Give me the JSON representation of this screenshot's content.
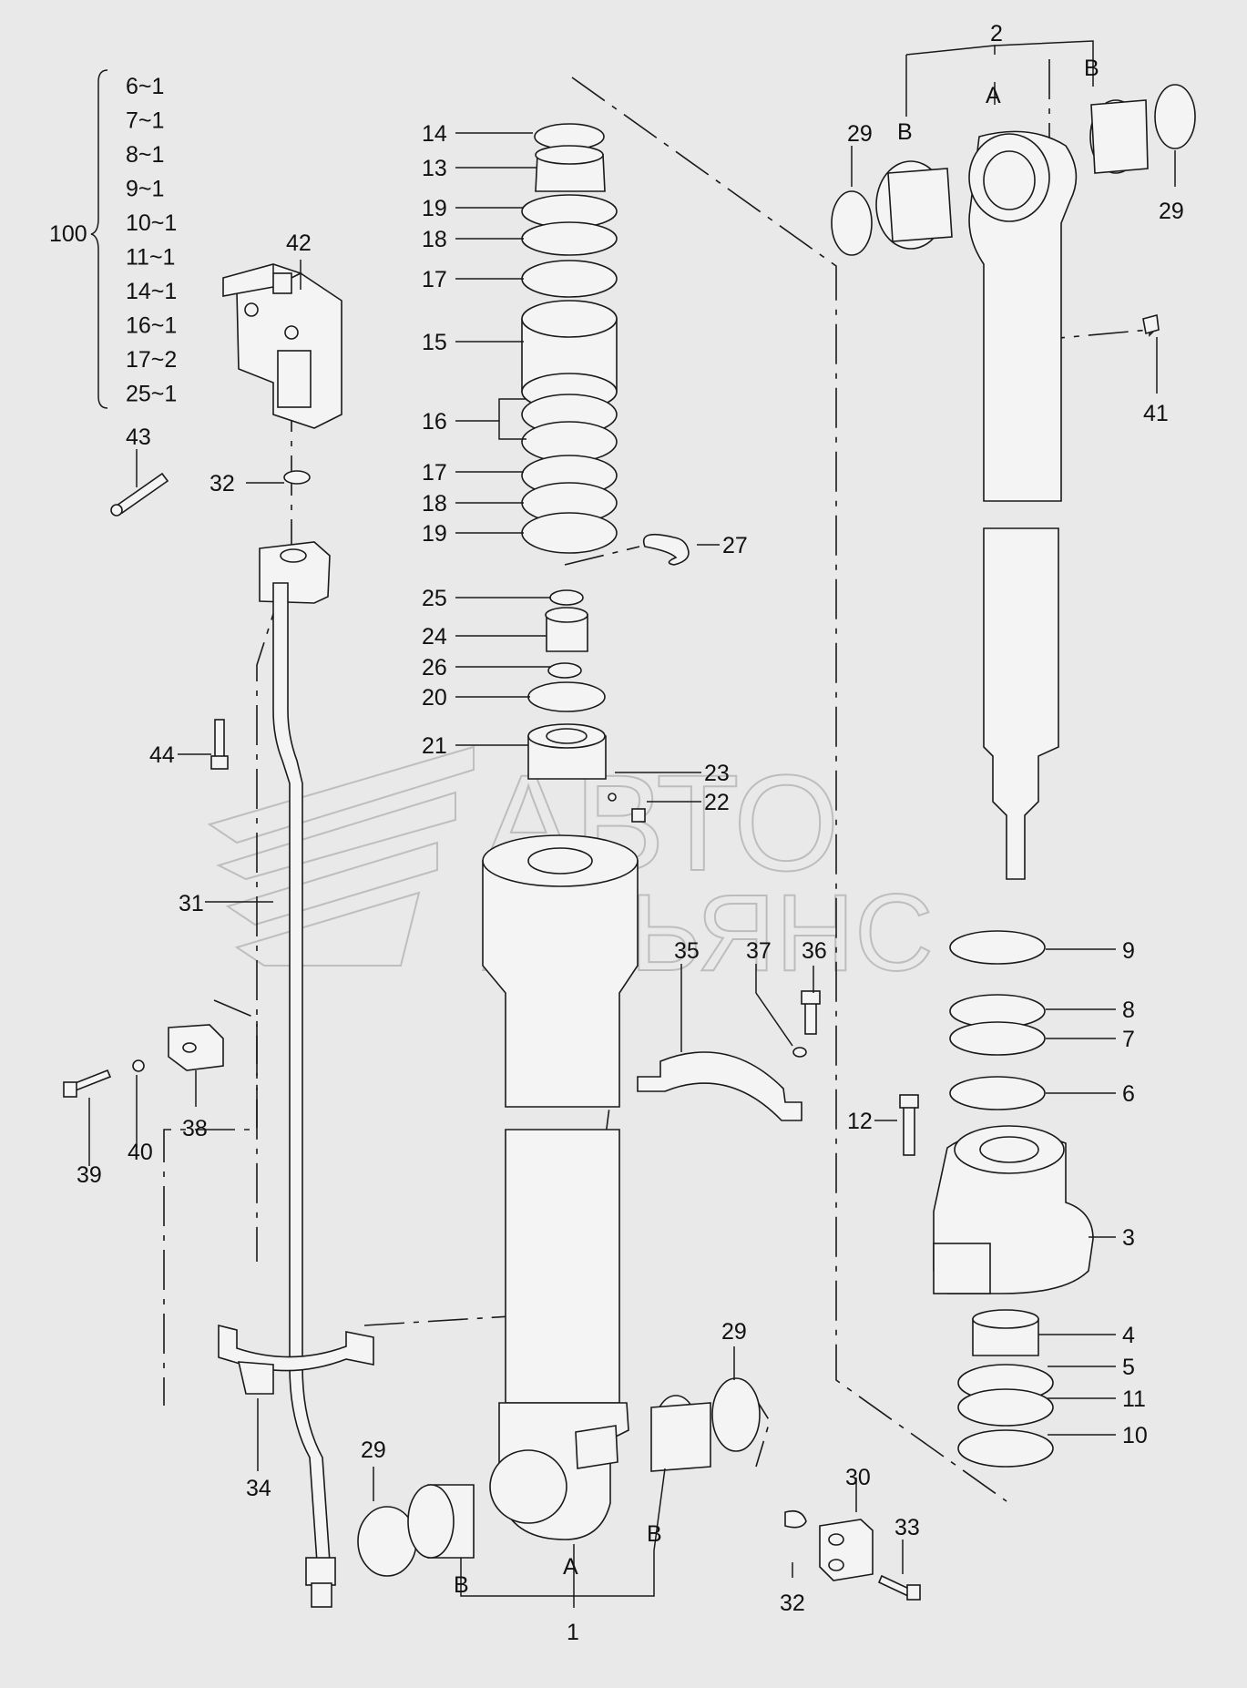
{
  "kit": {
    "number": "100",
    "items": [
      "6~1",
      "7~1",
      "8~1",
      "9~1",
      "10~1",
      "11~1",
      "14~1",
      "16~1",
      "17~2",
      "25~1"
    ]
  },
  "callouts": {
    "c1": "1",
    "c2": "2",
    "c3": "3",
    "c4": "4",
    "c5": "5",
    "c6": "6",
    "c7": "7",
    "c8": "8",
    "c9": "9",
    "c10": "10",
    "c11": "11",
    "c12": "12",
    "c13": "13",
    "c14": "14",
    "c15": "15",
    "c16": "16",
    "c17a": "17",
    "c17b": "17",
    "c18a": "18",
    "c18b": "18",
    "c19a": "19",
    "c19b": "19",
    "c20": "20",
    "c21": "21",
    "c22": "22",
    "c23": "23",
    "c24": "24",
    "c25": "25",
    "c26": "26",
    "c27": "27",
    "c29a": "29",
    "c29b": "29",
    "c29c": "29",
    "c29d": "29",
    "c30": "30",
    "c31": "31",
    "c32a": "32",
    "c32b": "32",
    "c33": "33",
    "c34": "34",
    "c35": "35",
    "c36": "36",
    "c37": "37",
    "c38": "38",
    "c39": "39",
    "c40": "40",
    "c41": "41",
    "c42": "42",
    "c43": "43",
    "c44": "44",
    "A1": "A",
    "A2": "A",
    "B1": "B",
    "B2": "B",
    "B3": "B",
    "B4": "B"
  },
  "watermark": {
    "line1": "АВТО",
    "line2": "АЛЬЯНС"
  },
  "colors": {
    "background": "#e9e9e9",
    "ink": "#1a1a1a",
    "watermark": "#9a9a9a"
  }
}
